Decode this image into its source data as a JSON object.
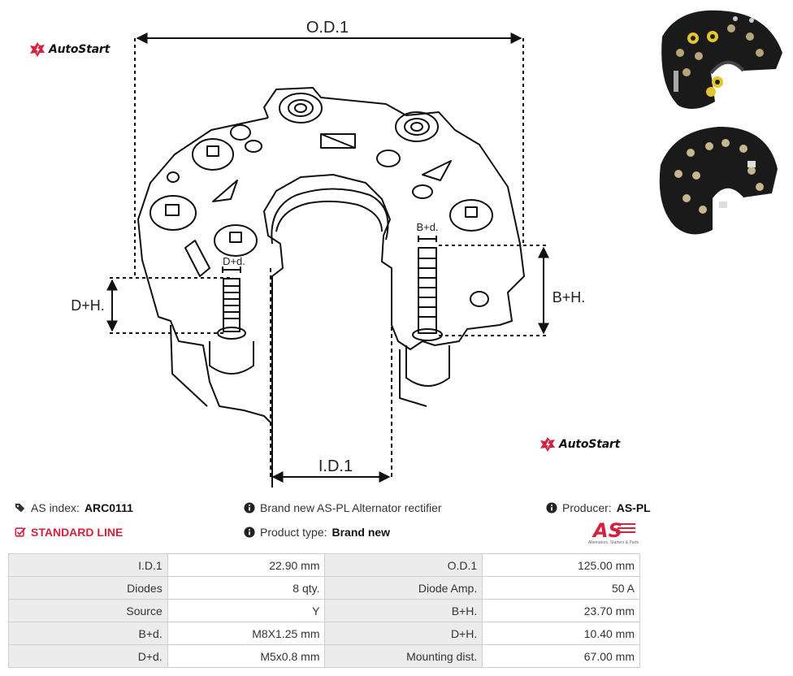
{
  "brand": {
    "logo_text": "AutoStart",
    "accent": "#d4213d"
  },
  "diagram": {
    "labels": {
      "od": "O.D.1",
      "id": "I.D.1",
      "dh": "D+H.",
      "bh": "B+H.",
      "dd": "D+d.",
      "bd": "B+d."
    }
  },
  "info": {
    "as_index_label": "AS index:",
    "as_index_value": "ARC0111",
    "standard_line": "STANDARD LINE",
    "description": "Brand new AS-PL Alternator rectifier",
    "product_type_label": "Product type:",
    "product_type_value": "Brand new",
    "producer_label": "Producer:",
    "producer_value": "AS-PL",
    "producer_logo_text": "AS",
    "producer_logo_sub": "Alternators, Starters & Parts"
  },
  "specs": [
    {
      "k1": "I.D.1",
      "v1": "22.90 mm",
      "k2": "O.D.1",
      "v2": "125.00 mm"
    },
    {
      "k1": "Diodes",
      "v1": "8 qty.",
      "k2": "Diode Amp.",
      "v2": "50 A"
    },
    {
      "k1": "Source",
      "v1": "Y",
      "k2": "B+H.",
      "v2": "23.70 mm"
    },
    {
      "k1": "B+d.",
      "v1": "M8X1.25 mm",
      "k2": "D+H.",
      "v2": "10.40 mm"
    },
    {
      "k1": "D+d.",
      "v1": "M5x0.8 mm",
      "k2": "Mounting dist.",
      "v2": "67.00 mm"
    }
  ]
}
